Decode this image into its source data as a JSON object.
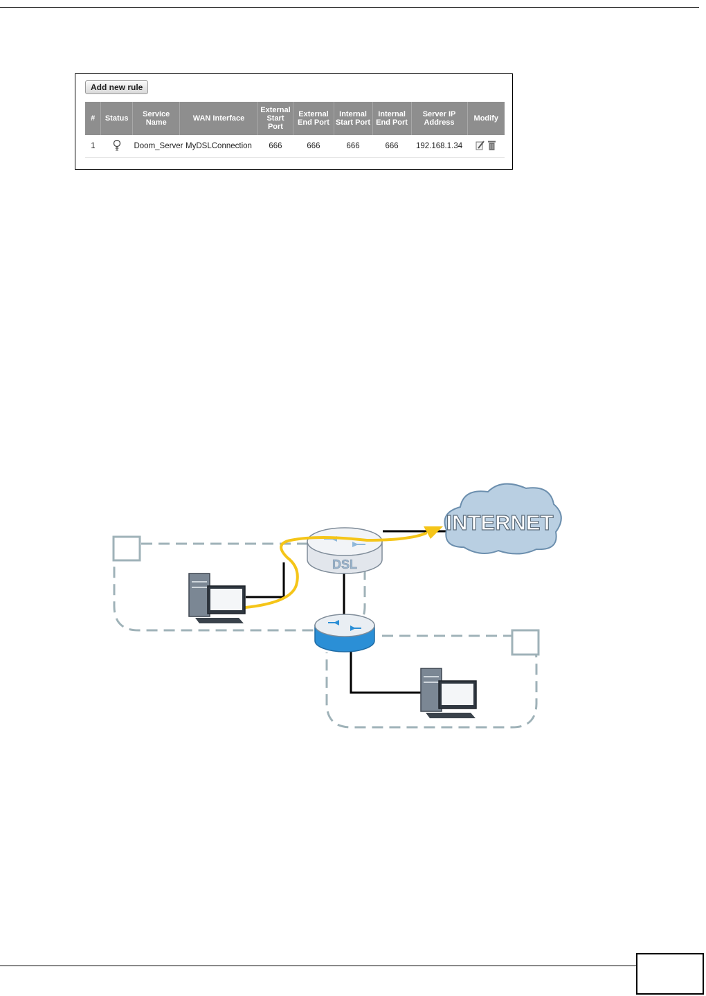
{
  "toolbar": {
    "add_rule_label": "Add new rule"
  },
  "table": {
    "headers": [
      "#",
      "Status",
      "Service Name",
      "WAN Interface",
      "External Start Port",
      "External End Port",
      "Internal Start Port",
      "Internal End Port",
      "Server IP Address",
      "Modify"
    ],
    "rows": [
      {
        "index": "1",
        "status_icon": "bulb-icon",
        "service_name": "Doom_Server",
        "wan_interface": "MyDSLConnection",
        "ext_start": "666",
        "ext_end": "666",
        "int_start": "666",
        "int_end": "666",
        "server_ip": "192.168.1.34",
        "modify_icons": [
          "edit-icon",
          "trash-icon"
        ]
      }
    ]
  },
  "diagram": {
    "cloud_label": "INTERNET",
    "dsl_router_label": "DSL",
    "colors": {
      "traffic_path": "#f5c518",
      "zone_border": "#9fb2b8",
      "dsl_router": "#e2e6ec",
      "router": "#2b8fd6",
      "cloud": "#b9cfe2"
    }
  }
}
